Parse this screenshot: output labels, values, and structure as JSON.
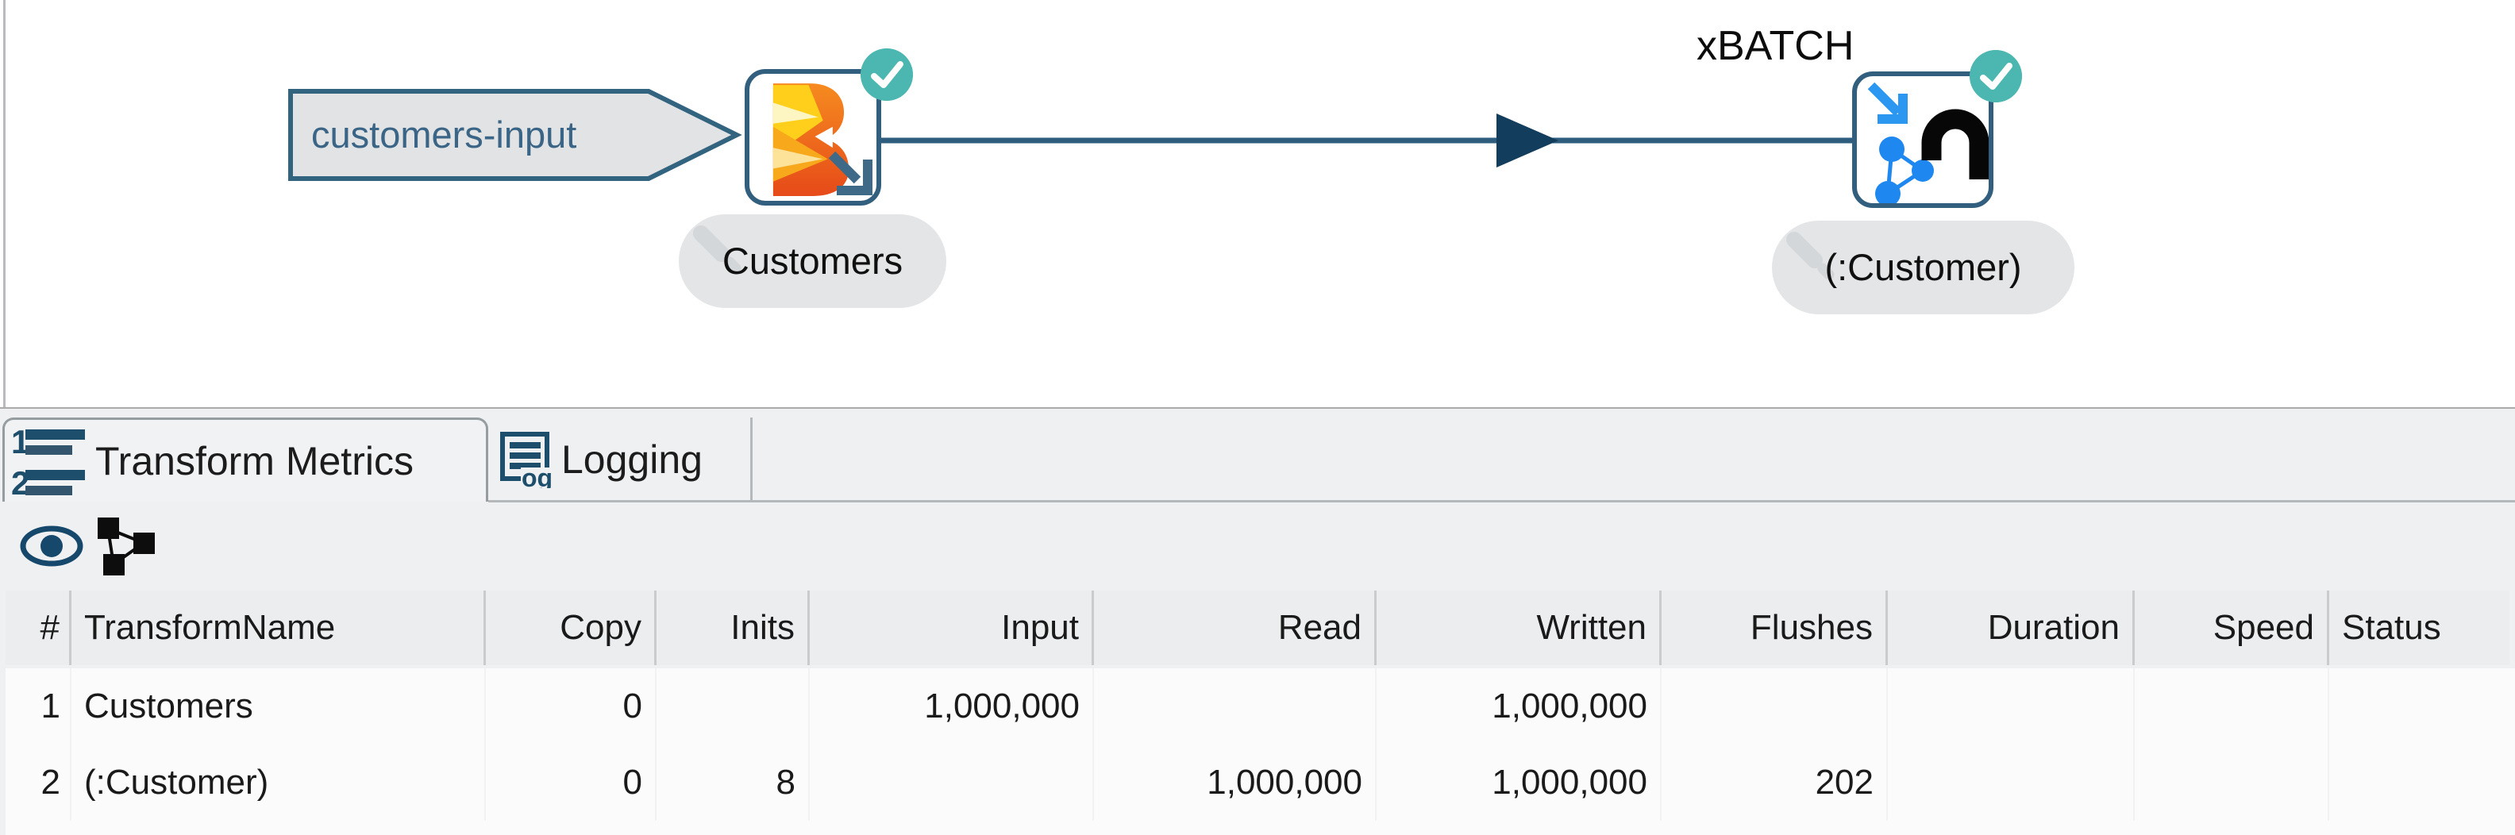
{
  "canvas": {
    "input_banner": {
      "label": "customers-input"
    },
    "nodes": [
      {
        "label": "Customers",
        "icon": "beam-icon",
        "status": "success-check"
      },
      {
        "label": "(:Customer)",
        "icon": "neo4j-graph-icon",
        "status": "success-check",
        "annotation": "xBATCH"
      }
    ],
    "hop": {
      "from": "Customers",
      "to": "(:Customer)",
      "direction": "right"
    }
  },
  "panel": {
    "tabs": [
      {
        "label": "Transform Metrics",
        "icon": "numbered-list-icon",
        "active": true
      },
      {
        "label": "Logging",
        "icon": "log-icon",
        "active": false
      }
    ],
    "toolbar": {
      "icons": [
        "eye-icon",
        "graph-nodes-icon"
      ]
    },
    "metrics_table": {
      "columns": [
        "#",
        "TransformName",
        "Copy",
        "Inits",
        "Input",
        "Read",
        "Written",
        "Flushes",
        "Duration",
        "Speed",
        "Status"
      ],
      "rows": [
        [
          "1",
          "Customers",
          "0",
          "",
          "1,000,000",
          "",
          "1,000,000",
          "",
          "",
          "",
          ""
        ],
        [
          "2",
          "(:Customer)",
          "0",
          "8",
          "",
          "1,000,000",
          "1,000,000",
          "202",
          "",
          "",
          ""
        ]
      ]
    }
  },
  "colors": {
    "success_badge": "#4cb7b1",
    "hop_line": "#2e5d7e",
    "node_border": "#335f7e",
    "banner_text": "#3b6586",
    "icon_navy": "#1d4e6b",
    "neo4j_blue": "#2196f3",
    "beam_orange": "#f26c21",
    "panel_bg": "#eef0f2",
    "header_bg": "#ebedef"
  }
}
